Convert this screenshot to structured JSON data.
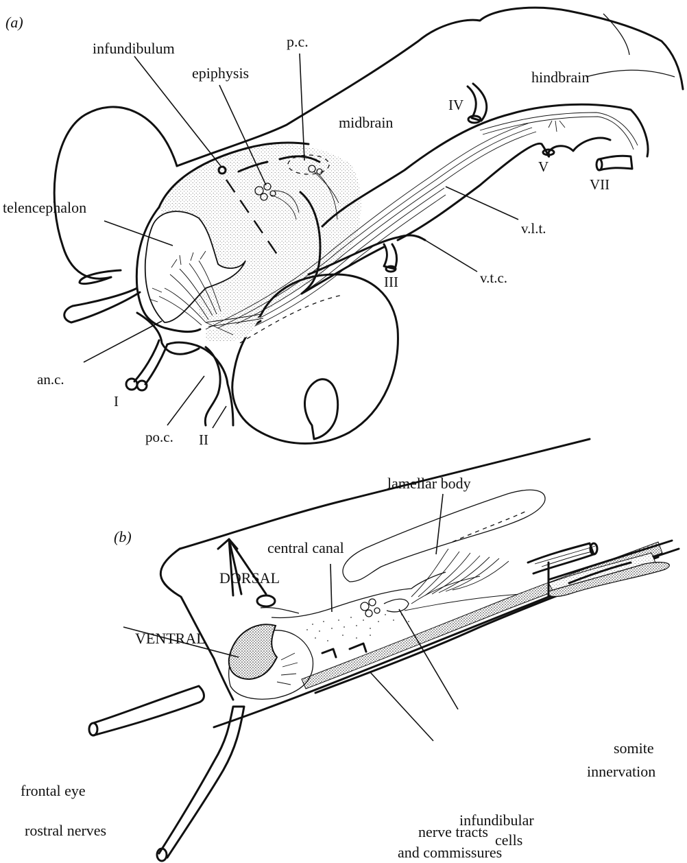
{
  "panel_a": {
    "panel_label": "(a)",
    "labels": {
      "infundibulum": "infundibulum",
      "epiphysis": "epiphysis",
      "pc": "p.c.",
      "hindbrain": "hindbrain",
      "midbrain": "midbrain",
      "nerve_iv": "IV",
      "nerve_v": "V",
      "nerve_vii": "VII",
      "telencephalon": "telencephalon",
      "vlt": "v.l.t.",
      "vtc": "v.t.c.",
      "nerve_iii": "III",
      "anc": "an.c.",
      "nerve_i": "I",
      "poc": "po.c.",
      "nerve_ii": "II"
    }
  },
  "panel_b": {
    "panel_label": "(b)",
    "labels": {
      "lamellar_body": "lamellar body",
      "central_canal": "central canal",
      "dorsal": "DORSAL",
      "ventral": "VENTRAL",
      "somite_line1": "somite",
      "somite_line2": "innervation",
      "frontal_eye": "frontal eye",
      "infundibular_line1": "infundibular",
      "infundibular_line2": "cells",
      "nerve_tracts_line1": "nerve tracts",
      "nerve_tracts_line2": "and commissures",
      "rostral_nerves": "rostral nerves"
    }
  }
}
